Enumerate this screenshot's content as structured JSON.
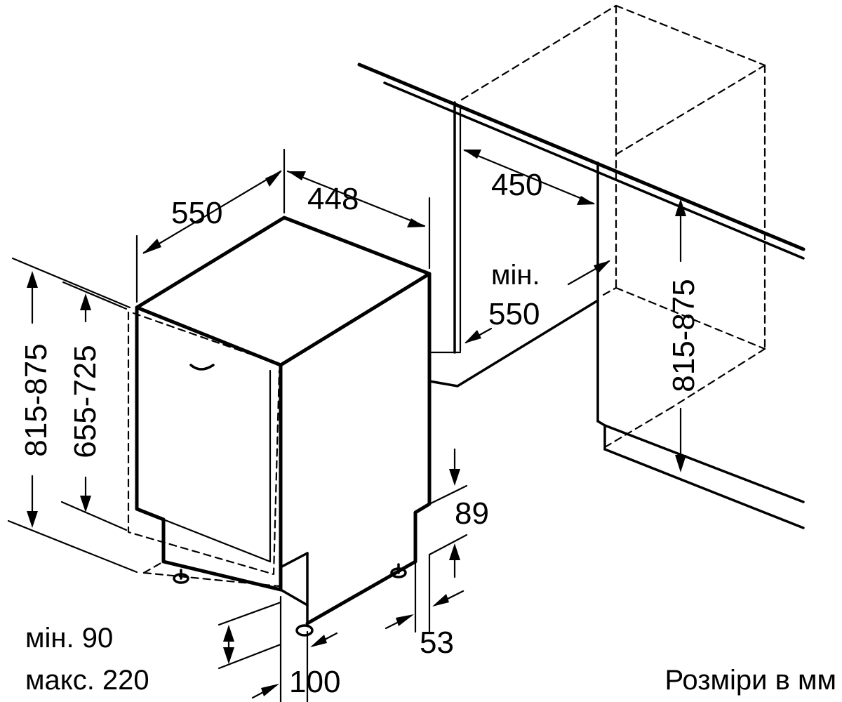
{
  "dimensions": {
    "total_depth": "550",
    "appliance_width": "448",
    "niche_width": "450",
    "niche_min_label": "мін.",
    "niche_min_value": "550",
    "height_range_left": "815-875",
    "door_height_range": "655-725",
    "height_range_right": "815-875",
    "plinth_top": "89",
    "plinth_setback": "53",
    "foot_offset": "100",
    "plinth_min": "мін. 90",
    "plinth_max": "макс. 220"
  },
  "caption": "Розміри в мм",
  "units": "мм"
}
